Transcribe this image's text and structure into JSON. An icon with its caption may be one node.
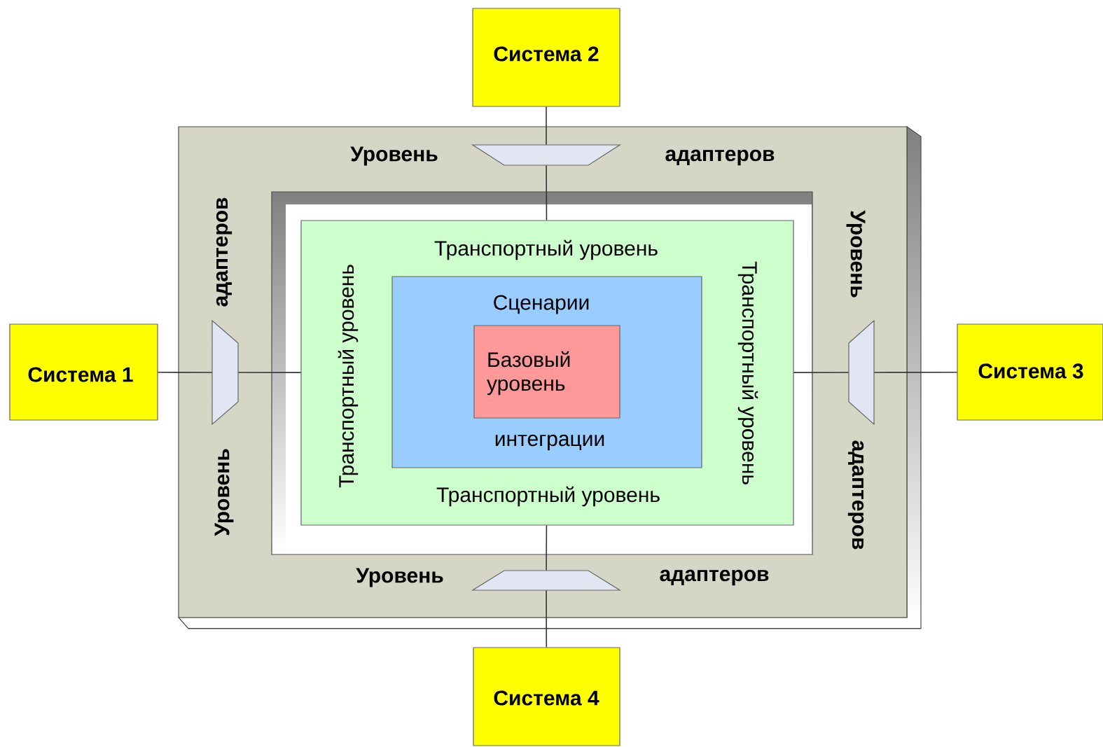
{
  "diagram": {
    "nodes": [
      {
        "text": [
          "Уровень",
          "адаптеров",
          "адаптеров",
          "Уровень",
          "Уровень",
          "адаптеров",
          "Уровень",
          "адаптеров"
        ]
      },
      {
        "text": [],
        "shape": "box",
        "in": 0
      },
      {
        "text": [
          "Транспортный уровень",
          "Транспортный уровень",
          "Транспортный уровень",
          "Транспортный уровень"
        ],
        "in": 1
      },
      {
        "text": [
          "Сценарии",
          "интеграции"
        ],
        "in": 2
      },
      {
        "text": [
          "Базовый уровень"
        ],
        "in": 3
      },
      {
        "text": [
          "Система 2"
        ]
      },
      {
        "text": [
          "Система 1"
        ]
      },
      {
        "text": [
          "Система 3"
        ]
      },
      {
        "text": [
          "Система 4"
        ]
      },
      {
        "text": [],
        "shape": "trapezoid",
        "in": 0
      },
      {
        "text": [],
        "shape": "trapezoid",
        "in": 0
      },
      {
        "text": [],
        "shape": "trapezoid",
        "in": 0
      },
      {
        "text": [],
        "shape": "trapezoid",
        "in": 0
      }
    ],
    "edges": [
      {
        "from": 5,
        "to": 9,
        "arrow": "none"
      },
      {
        "from": 9,
        "to": 2,
        "arrow": "none"
      },
      {
        "from": 6,
        "to": 10,
        "arrow": "none"
      },
      {
        "from": 10,
        "to": 2,
        "arrow": "none"
      },
      {
        "from": 7,
        "to": 11,
        "arrow": "none"
      },
      {
        "from": 11,
        "to": 2,
        "arrow": "none"
      },
      {
        "from": 8,
        "to": 12,
        "arrow": "none"
      },
      {
        "from": 12,
        "to": 2,
        "arrow": "none"
      }
    ]
  }
}
